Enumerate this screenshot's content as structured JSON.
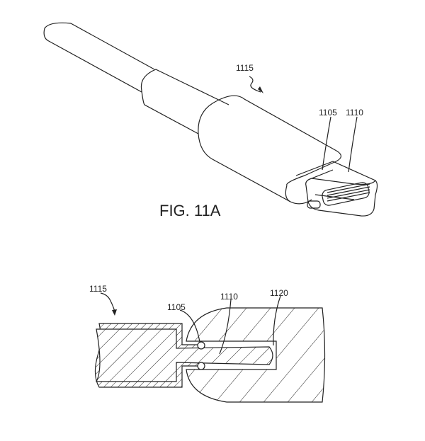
{
  "figure_a": {
    "caption": "FIG. 11A",
    "labels": {
      "assembly": "1115",
      "ball": "1105",
      "blade": "1110"
    }
  },
  "figure_b": {
    "labels": {
      "assembly": "1115",
      "ball": "1105",
      "blade": "1110",
      "receptacle": "1120"
    }
  }
}
